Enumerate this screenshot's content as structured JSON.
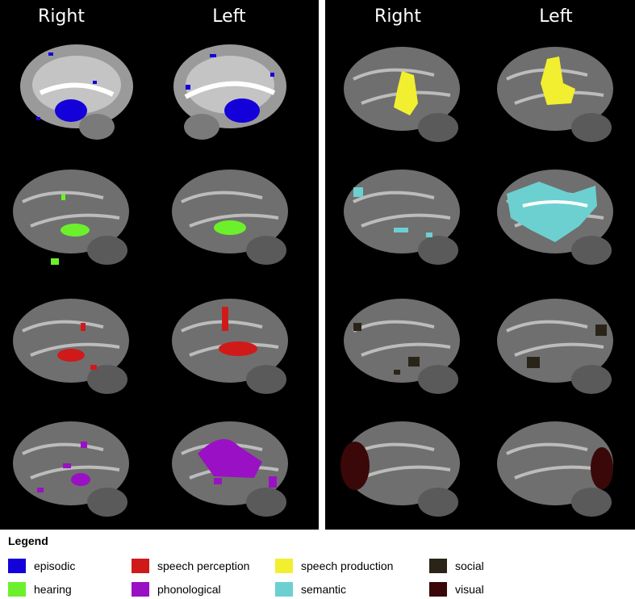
{
  "left_panel": {
    "col_headers": [
      "Right",
      "Left"
    ]
  },
  "right_panel": {
    "col_headers": [
      "Right",
      "Left"
    ]
  },
  "legend": {
    "title": "Legend",
    "items": [
      {
        "label": "episodic",
        "color": "#1400d8"
      },
      {
        "label": "hearing",
        "color": "#6cf02c"
      },
      {
        "label": "speech perception",
        "color": "#d01a1a"
      },
      {
        "label": "phonological",
        "color": "#9a10c4"
      },
      {
        "label": "speech production",
        "color": "#f2ef30"
      },
      {
        "label": "semantic",
        "color": "#6cd0d0"
      },
      {
        "label": "social",
        "color": "#2a2418"
      },
      {
        "label": "visual",
        "color": "#3a0808"
      }
    ]
  }
}
